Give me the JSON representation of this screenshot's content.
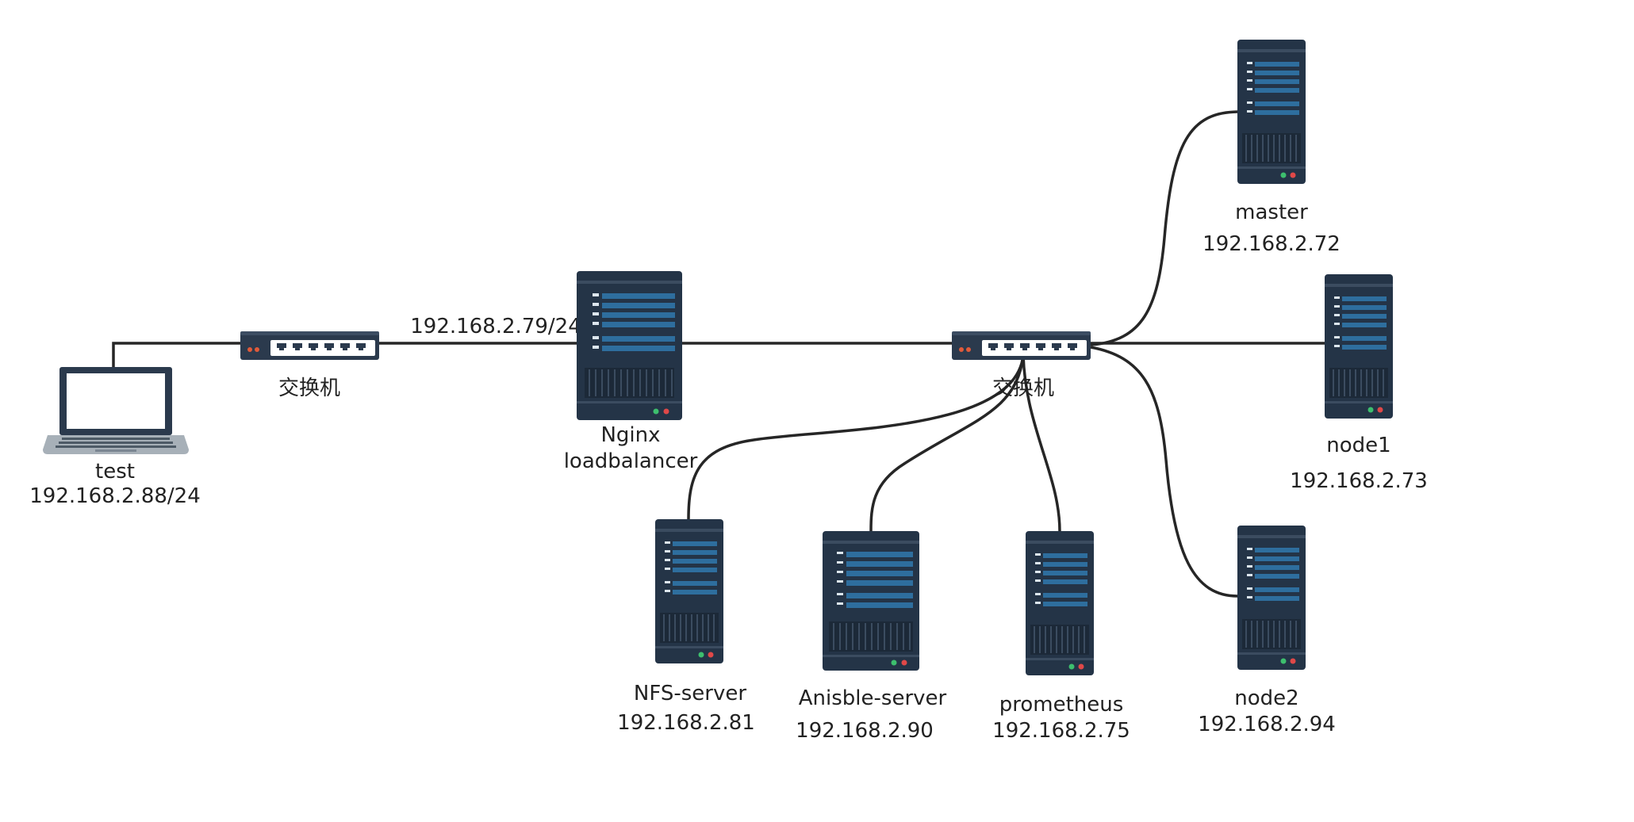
{
  "palette": {
    "server_body": "#243447",
    "server_slot": "#2e6e9e",
    "switch_body": "#2b3a4d",
    "cable": "#262626",
    "label": "#222222",
    "background": "#ffffff"
  },
  "nodes": {
    "laptop": {
      "icon": "laptop-icon",
      "name": "test",
      "ip": "192.168.2.88/24"
    },
    "switch_left": {
      "icon": "network-switch-icon",
      "name": "交换机"
    },
    "link_label": "192.168.2.79/24",
    "nginx": {
      "icon": "server-icon",
      "name": "Nginx",
      "name2": "loadbalancer"
    },
    "switch_right": {
      "icon": "network-switch-icon",
      "name": "交换机"
    },
    "master": {
      "icon": "server-icon",
      "name": "master",
      "ip": "192.168.2.72"
    },
    "node1": {
      "icon": "server-icon",
      "name": "node1",
      "ip": "192.168.2.73"
    },
    "node2": {
      "icon": "server-icon",
      "name": "node2",
      "ip": "192.168.2.94"
    },
    "nfs": {
      "icon": "server-icon",
      "name": "NFS-server",
      "ip": "192.168.2.81"
    },
    "ansible": {
      "icon": "server-icon",
      "name": "Anisble-server",
      "ip": "192.168.2.90"
    },
    "prometheus": {
      "icon": "server-icon",
      "name": "prometheus",
      "ip": "192.168.2.75"
    }
  }
}
